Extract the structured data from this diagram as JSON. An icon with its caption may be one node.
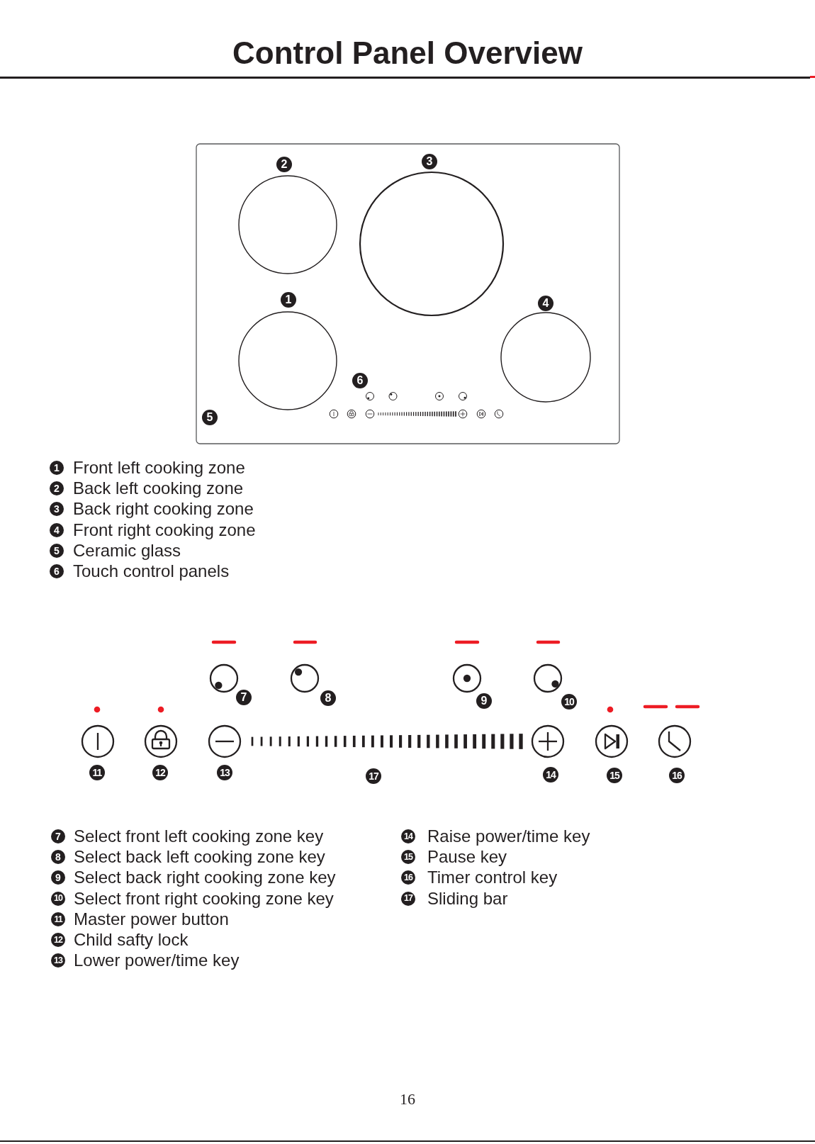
{
  "diagram": {
    "title": "Control Panel Overview",
    "nodes": [
      {
        "text": [],
        "shape": "circle",
        "beside": [
          "2"
        ]
      },
      {
        "text": [],
        "shape": "circle",
        "beside": [
          "3"
        ]
      },
      {
        "text": [],
        "shape": "circle",
        "beside": [
          "1"
        ]
      },
      {
        "text": [],
        "shape": "circle",
        "beside": [
          "4"
        ]
      }
    ],
    "labels": [
      "6",
      "5",
      "1",
      "Front left cooking zone",
      "2",
      "Back left cooking zone",
      "3",
      "Back right cooking zone",
      "4",
      "Front right cooking zone",
      "5",
      "Ceramic glass",
      "6",
      "Touch control panels",
      "7",
      "8",
      "9",
      "10",
      "11",
      "12",
      "13",
      "17",
      "14",
      "15",
      "16",
      "7",
      "Select front left cooking zone key",
      "8",
      "Select back left cooking zone key",
      "9",
      "Select back right cooking zone key",
      "10",
      "Select front right cooking zone key",
      "11",
      "Master power button",
      "12",
      "Child safty lock",
      "13",
      "Lower power/time key",
      "14",
      "Raise power/time key",
      "15",
      "Pause key",
      "16",
      "Timer control key",
      "17",
      "Sliding bar",
      "16"
    ]
  }
}
